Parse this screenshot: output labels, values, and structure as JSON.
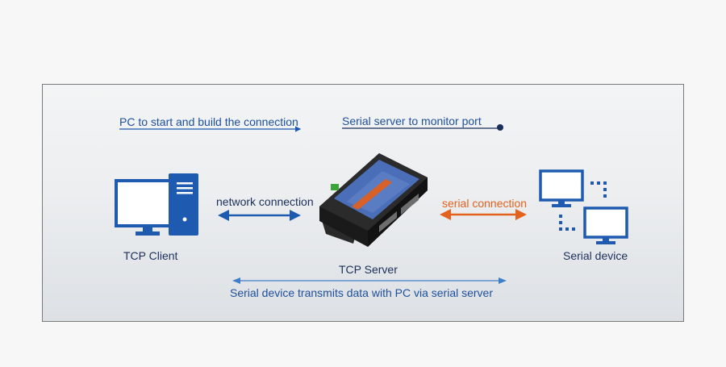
{
  "labels": {
    "pc_start": "PC to start and build the connection",
    "monitor_port": "Serial server to monitor port",
    "network_connection": "network connection",
    "serial_connection": "serial connection",
    "tcp_client": "TCP Client",
    "tcp_server": "TCP Server",
    "serial_device": "Serial device",
    "transmit": "Serial device transmits data with PC via serial server"
  },
  "icons": {
    "pc": "desktop-computer-icon",
    "server": "serial-device-server-icon",
    "serial_device": "networked-computers-icon"
  },
  "colors": {
    "blue": "#1e5bb0",
    "orange": "#e2621e",
    "navy": "#1b2f5a",
    "device_body": "#1a1a1a",
    "device_panel": "#4a6fb8"
  }
}
